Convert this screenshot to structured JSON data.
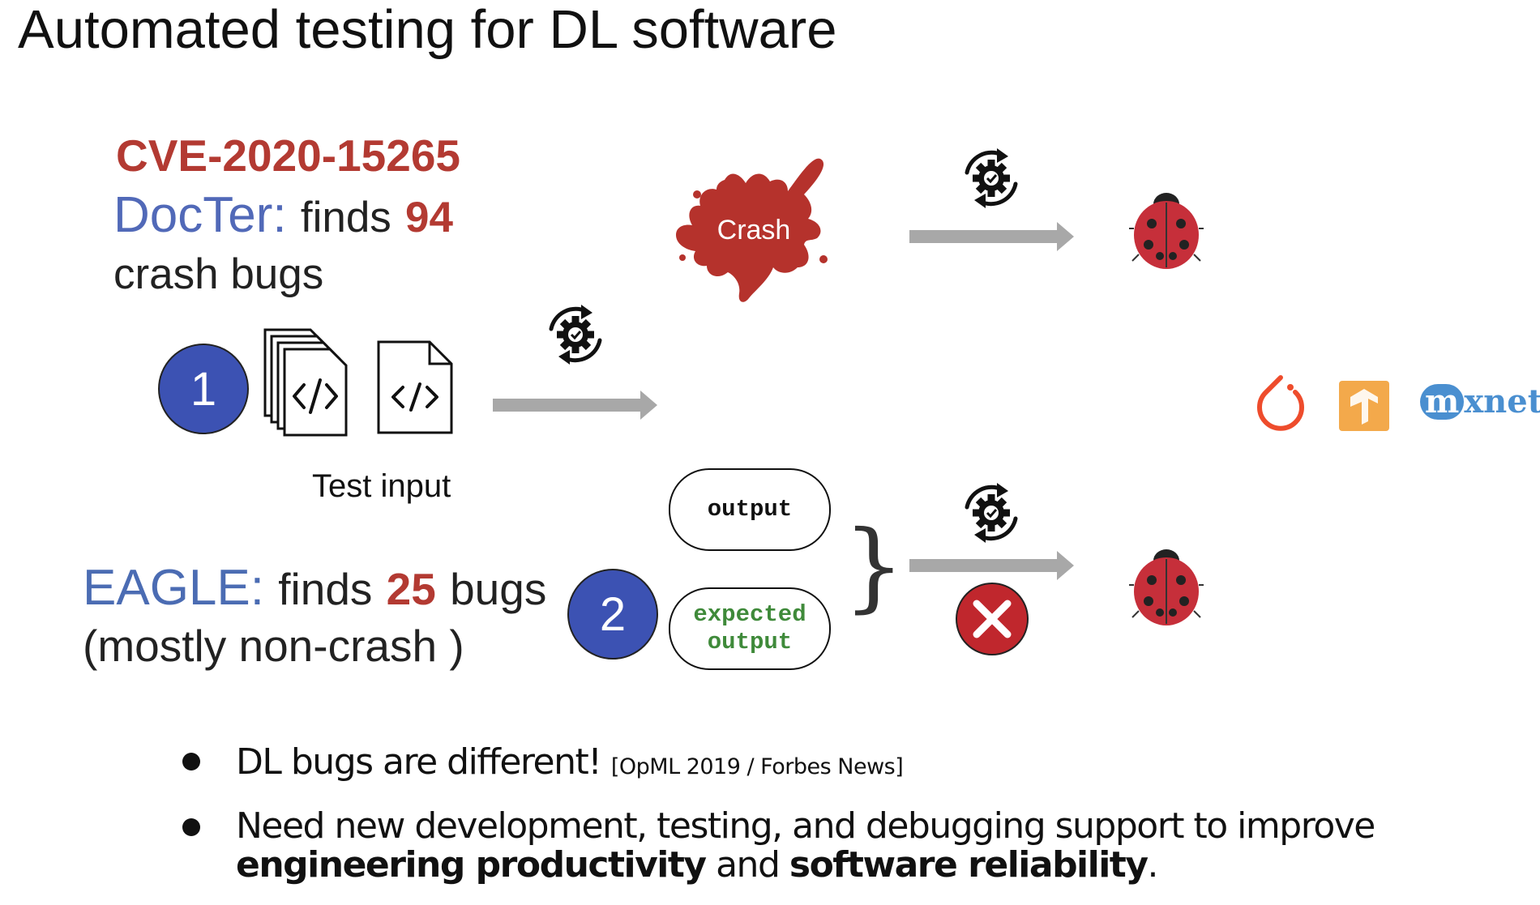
{
  "slide": {
    "title": "Automated testing for DL software",
    "cve": "CVE-2020-15265",
    "docter": {
      "name": "DocTer:",
      "text": "finds",
      "count": "94",
      "line2": "crash bugs"
    },
    "eagle": {
      "name": "EAGLE:",
      "text": "finds",
      "count": "25",
      "suffix": "bugs",
      "line2": "(mostly non-crash )"
    },
    "step1_label": "1",
    "step2_label": "2",
    "test_input_label": "Test input",
    "crash_label": "Crash",
    "output_label": "output",
    "expected_output_label": "expected output",
    "mxnet_logo_text": "mxnet",
    "colors": {
      "accent_red": "#b33a32",
      "accent_blue": "#5169b8",
      "step_circle": "#3c52b3",
      "arrow_gray": "#a8a8a8",
      "expected_green": "#3f8a3a"
    },
    "icons": [
      "gear-cycle-icon",
      "code-files-stack-icon",
      "code-file-icon",
      "crash-splat-icon",
      "ladybug-icon",
      "error-x-icon",
      "pytorch-logo-icon",
      "tensorflow-logo-icon",
      "mxnet-logo-icon"
    ]
  },
  "bullets": {
    "b1_text": "DL bugs are different!",
    "b1_ref": "[OpML 2019 / Forbes News]",
    "b2_text": "Need new development, testing, and debugging support to improve",
    "b2_bold1": "engineering productivity",
    "b2_mid": "and",
    "b2_bold2": "software reliability",
    "b2_end": "."
  }
}
